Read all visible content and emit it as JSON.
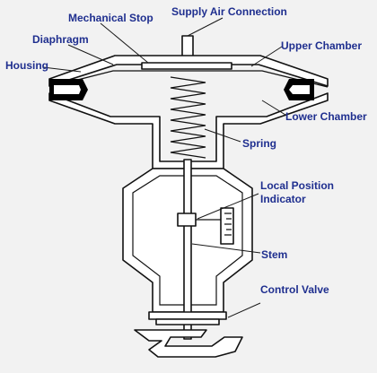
{
  "labels": {
    "supply_air_connection": "Supply Air Connection",
    "mechanical_stop": "Mechanical Stop",
    "diaphragm": "Diaphragm",
    "upper_chamber": "Upper Chamber",
    "housing": "Housing",
    "lower_chamber": "Lower Chamber",
    "spring": "Spring",
    "local_position_indicator_line1": "Local Position",
    "local_position_indicator_line2": "Indicator",
    "stem": "Stem",
    "control_valve": "Control Valve"
  },
  "colors": {
    "label_text": "#1f2f8f",
    "outline": "#111111",
    "background": "#f2f2f2"
  }
}
